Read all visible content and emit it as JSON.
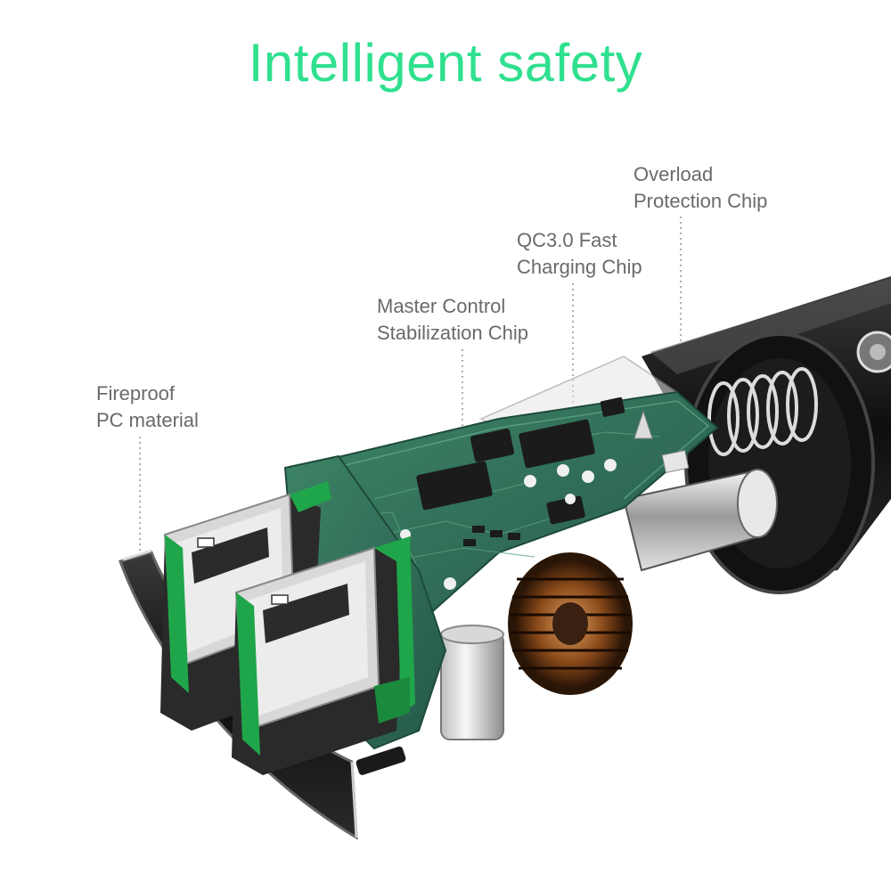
{
  "headline": {
    "text": "Intelligent safety",
    "color": "#2fe08f"
  },
  "callouts": [
    {
      "id": "fireproof",
      "line1": "Fireproof",
      "line2": "PC material"
    },
    {
      "id": "master",
      "line1": "Master Control",
      "line2": "Stabilization Chip"
    },
    {
      "id": "qc",
      "line1": "QC3.0 Fast",
      "line2": "Charging Chip"
    },
    {
      "id": "overload",
      "line1": "Overload",
      "line2": "Protection Chip"
    }
  ],
  "colors": {
    "pcb": "#2f6f55",
    "port_accent": "#1fa64a",
    "shell": "#141414",
    "text": "#6a6a6a"
  }
}
